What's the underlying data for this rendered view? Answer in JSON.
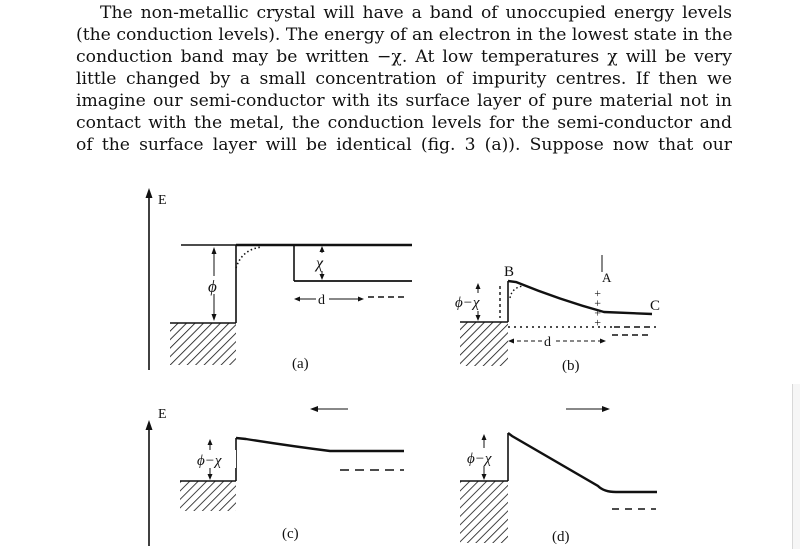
{
  "paragraph": {
    "lines": [
      "The non-metallic crystal will have a band of unoccupied energy levels",
      "(the conduction levels). The energy of an electron in the lowest state in the",
      "conduction band may be written −χ. At low temperatures χ will be very",
      "little changed by a small concentration of impurity centres. If then we",
      "imagine our semi-conductor with its surface layer of pure material not in",
      "contact with the metal, the conduction levels for the semi-conductor and",
      "of the surface layer will be identical (fig. 3 (a)). Suppose now that our"
    ]
  },
  "figure": {
    "axis_label_top": "E",
    "axis_label_bottom": "E",
    "panel_a": {
      "caption": "(a)",
      "phi": "ϕ",
      "chi": "χ",
      "d": "d"
    },
    "panel_b": {
      "caption": "(b)",
      "phi_chi": "ϕ−χ",
      "point_b": "B",
      "point_a": "A",
      "point_c": "C",
      "d": "d",
      "charges": "+ + + +"
    },
    "panel_c": {
      "caption": "(c)",
      "phi_chi": "ϕ−χ"
    },
    "panel_d": {
      "caption": "(d)",
      "phi_chi": "ϕ−χ"
    }
  }
}
